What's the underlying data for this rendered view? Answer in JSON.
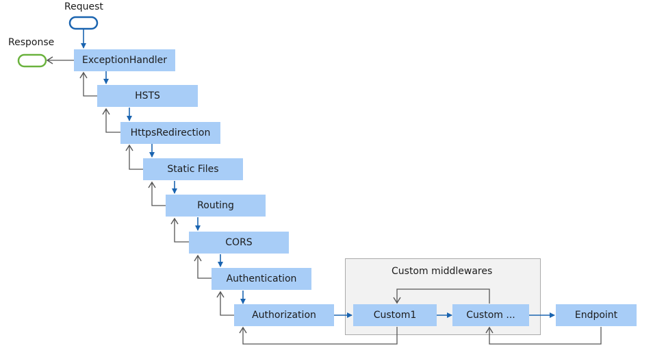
{
  "labels": {
    "request": "Request",
    "response": "Response",
    "custom_group": "Custom middlewares"
  },
  "pipeline": [
    "ExceptionHandler",
    "HSTS",
    "HttpsRedirection",
    "Static Files",
    "Routing",
    "CORS",
    "Authentication",
    "Authorization"
  ],
  "custom": [
    "Custom1",
    "Custom ..."
  ],
  "endpoint": "Endpoint",
  "colors": {
    "box_fill": "#a8cdf7",
    "request_arrow": "#1a64b0",
    "response_arrow": "#555555",
    "request_pill": "#1a64b0",
    "response_pill": "#6ab23d",
    "group_fill": "#f2f2f2",
    "group_border": "#a9a9a9"
  }
}
